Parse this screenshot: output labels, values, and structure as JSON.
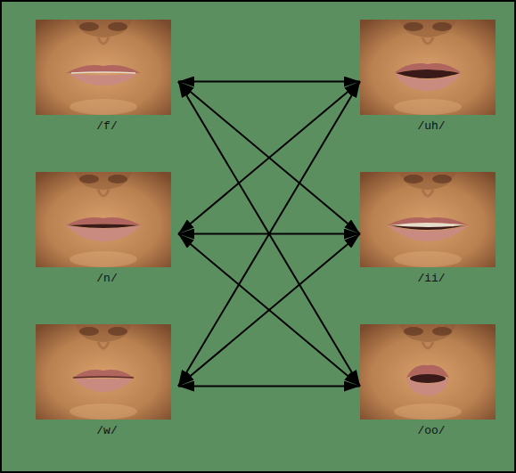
{
  "diagram": {
    "nodes": [
      {
        "text": [
          "/f/"
        ]
      },
      {
        "text": [
          "/uh/"
        ]
      },
      {
        "text": [
          "/n/"
        ]
      },
      {
        "text": [
          "/ii/"
        ]
      },
      {
        "text": [
          "/w/"
        ]
      },
      {
        "text": [
          "/oo/"
        ]
      }
    ],
    "edges": [
      {
        "from": 0,
        "to": 1,
        "arrow": "both"
      },
      {
        "from": 0,
        "to": 3,
        "arrow": "both"
      },
      {
        "from": 0,
        "to": 5,
        "arrow": "both"
      },
      {
        "from": 2,
        "to": 1,
        "arrow": "both"
      },
      {
        "from": 2,
        "to": 3,
        "arrow": "both"
      },
      {
        "from": 2,
        "to": 5,
        "arrow": "both"
      },
      {
        "from": 4,
        "to": 1,
        "arrow": "both"
      },
      {
        "from": 4,
        "to": 3,
        "arrow": "both"
      },
      {
        "from": 4,
        "to": 5,
        "arrow": "both"
      }
    ]
  }
}
